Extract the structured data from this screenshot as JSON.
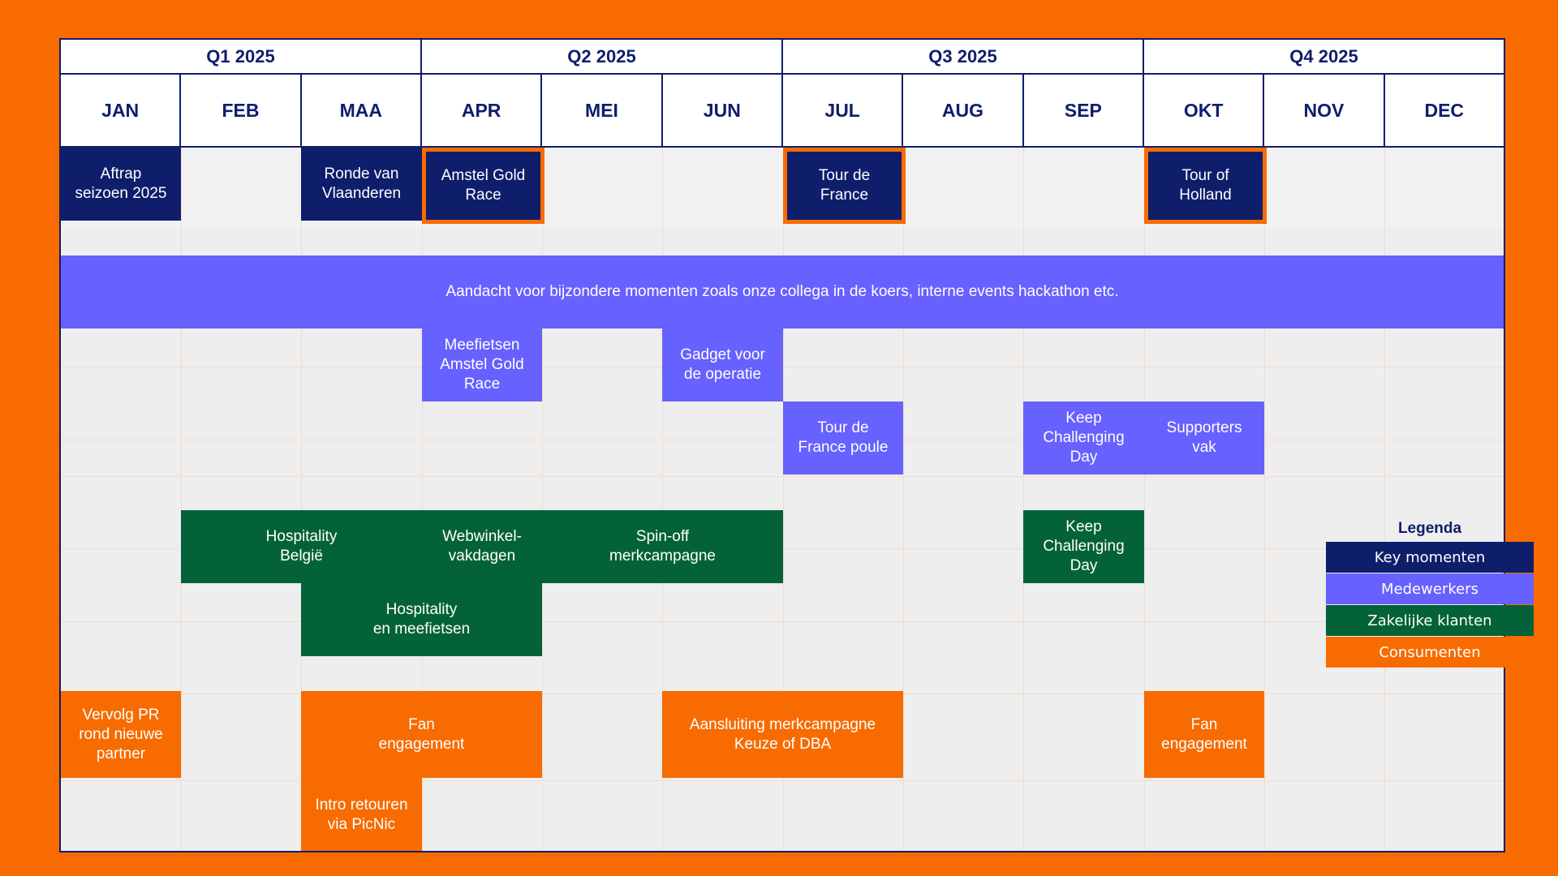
{
  "quarters": [
    "Q1 2025",
    "Q2 2025",
    "Q3 2025",
    "Q4 2025"
  ],
  "months": [
    "JAN",
    "FEB",
    "MAA",
    "APR",
    "MEI",
    "JUN",
    "JUL",
    "AUG",
    "SEP",
    "OKT",
    "NOV",
    "DEC"
  ],
  "colors": {
    "key": "#0E1E6B",
    "medewerkers": "#6661FF",
    "zakelijk": "#046238",
    "consumenten": "#F76B00",
    "background": "#F76B00",
    "grid": "#EEEEEE"
  },
  "key_moments": [
    {
      "label": "Aftrap\nseizoen 2025",
      "highlight": false
    },
    {
      "label": "Ronde van\nVlaanderen",
      "highlight": false
    },
    {
      "label": "Amstel Gold\nRace",
      "highlight": true
    },
    {
      "label": "Tour de\nFrance",
      "highlight": true
    },
    {
      "label": "Tour of\nHolland",
      "highlight": true
    }
  ],
  "banner": "Aandacht voor bijzondere momenten zoals onze collega in de koers, interne events hackathon etc.",
  "medewerkers": [
    "Meefietsen\nAmstel Gold\nRace",
    "Gadget voor\nde operatie",
    "Tour de\nFrance poule",
    "Keep\nChallenging\nDay",
    "Supporters\nvak"
  ],
  "zakelijk": [
    "Hospitality\nBelgië",
    "Webwinkel-\nvakdagen",
    "Spin-off\nmerkcampagne",
    "Keep\nChallenging\nDay",
    "Hospitality\nen meefietsen"
  ],
  "consumenten": [
    "Vervolg PR\nrond nieuwe\npartner",
    "Fan\nengagement",
    "Aansluiting merkcampagne\nKeuze of  DBA",
    "Fan\nengagement",
    "Intro retouren\nvia PicNic"
  ],
  "legend": {
    "title": "Legenda",
    "items": [
      "Key momenten",
      "Medewerkers",
      "Zakelijke klanten",
      "Consumenten"
    ]
  }
}
